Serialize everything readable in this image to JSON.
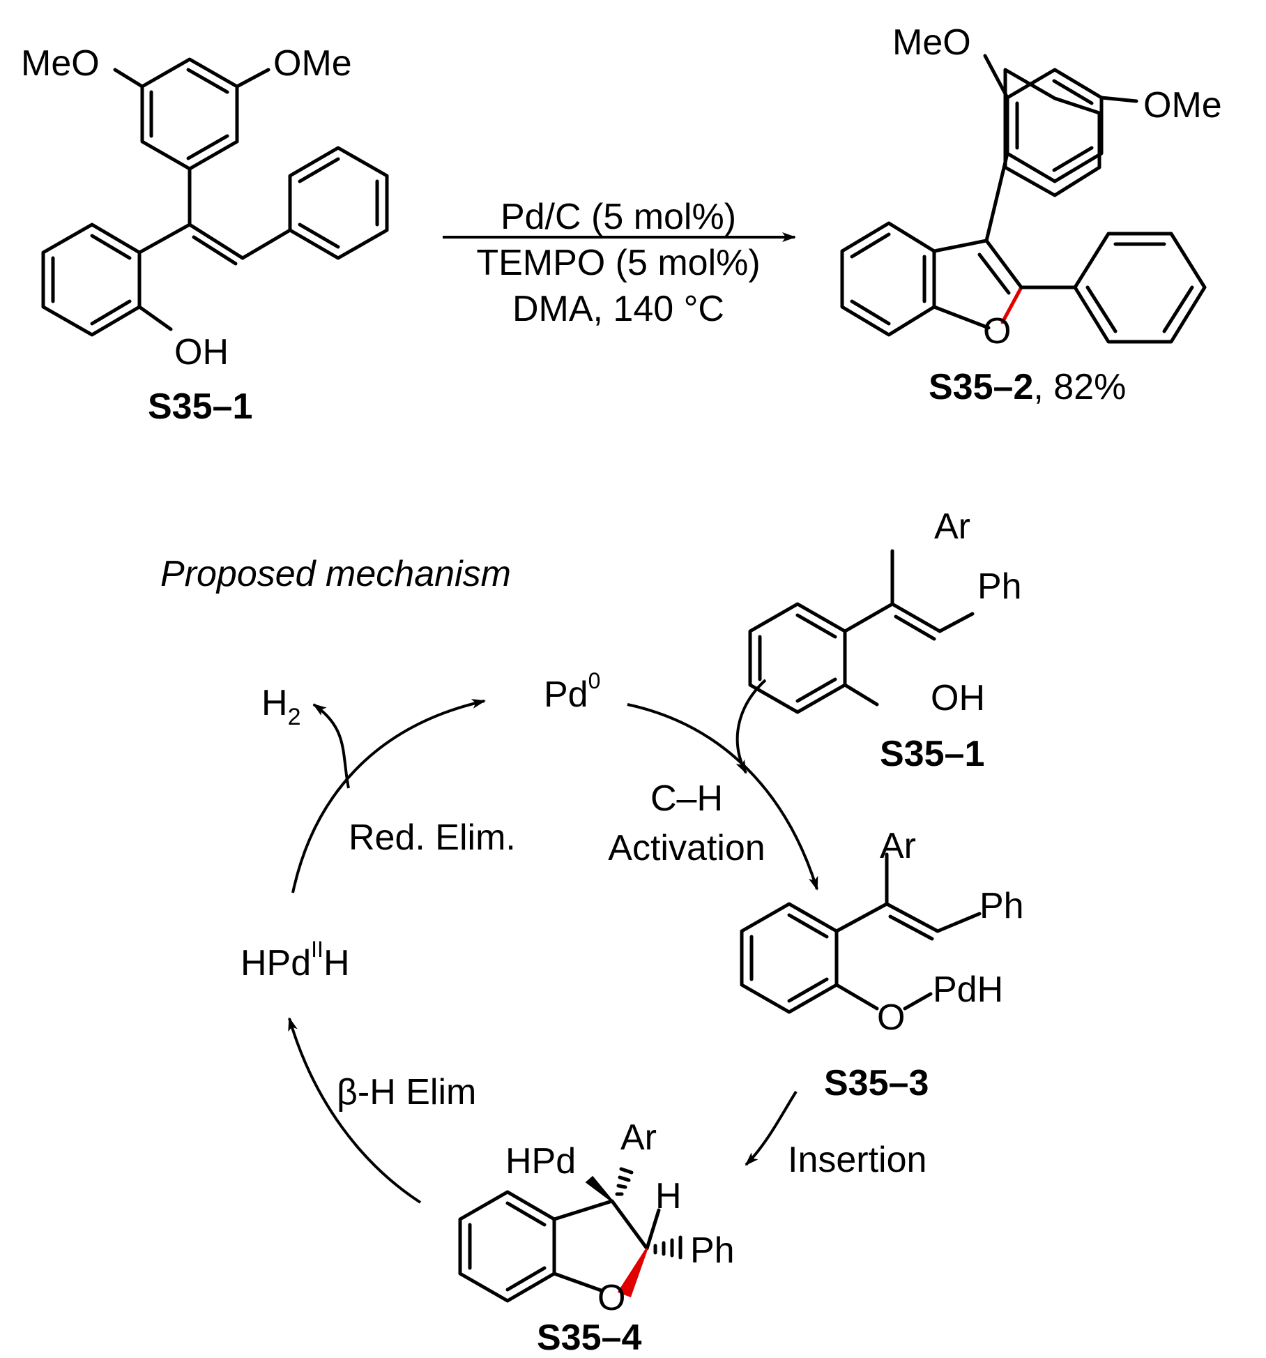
{
  "reaction": {
    "reagent_line1": "Pd/C (5 mol%)",
    "reagent_line2": "TEMPO (5 mol%)",
    "reagent_line3": "DMA, 140 °C",
    "sm": {
      "ome_left": "MeO",
      "ome_right": "OMe",
      "oh": "OH",
      "label": "S35–1"
    },
    "product": {
      "ome_left": "MeO",
      "ome_right": "OMe",
      "o": "O",
      "label": "S35–2",
      "yield": ", 82%"
    }
  },
  "mechanism": {
    "title": "Proposed mechanism",
    "pd0": "Pd",
    "pd0_sup": "0",
    "h2": "H",
    "h2_sub": "2",
    "hpdh_a": "HPd",
    "hpdh_sup": "II",
    "hpdh_b": "H",
    "steps": {
      "ch_activation_1": "C–H",
      "ch_activation_2": "Activation",
      "red_elim": "Red. Elim.",
      "beta_h": "β-H Elim",
      "insertion": "Insertion"
    },
    "s35_1": {
      "ar": "Ar",
      "ph": "Ph",
      "oh": "OH",
      "label": "S35–1"
    },
    "s35_3": {
      "ar": "Ar",
      "ph": "Ph",
      "o": "O",
      "pdh": "PdH",
      "label": "S35–3"
    },
    "s35_4": {
      "hpd": "HPd",
      "ar": "Ar",
      "h": "H",
      "ph": "Ph",
      "o": "O",
      "label": "S35–4"
    }
  },
  "colors": {
    "ink": "#000000",
    "highlight_bond": "#e00000"
  }
}
